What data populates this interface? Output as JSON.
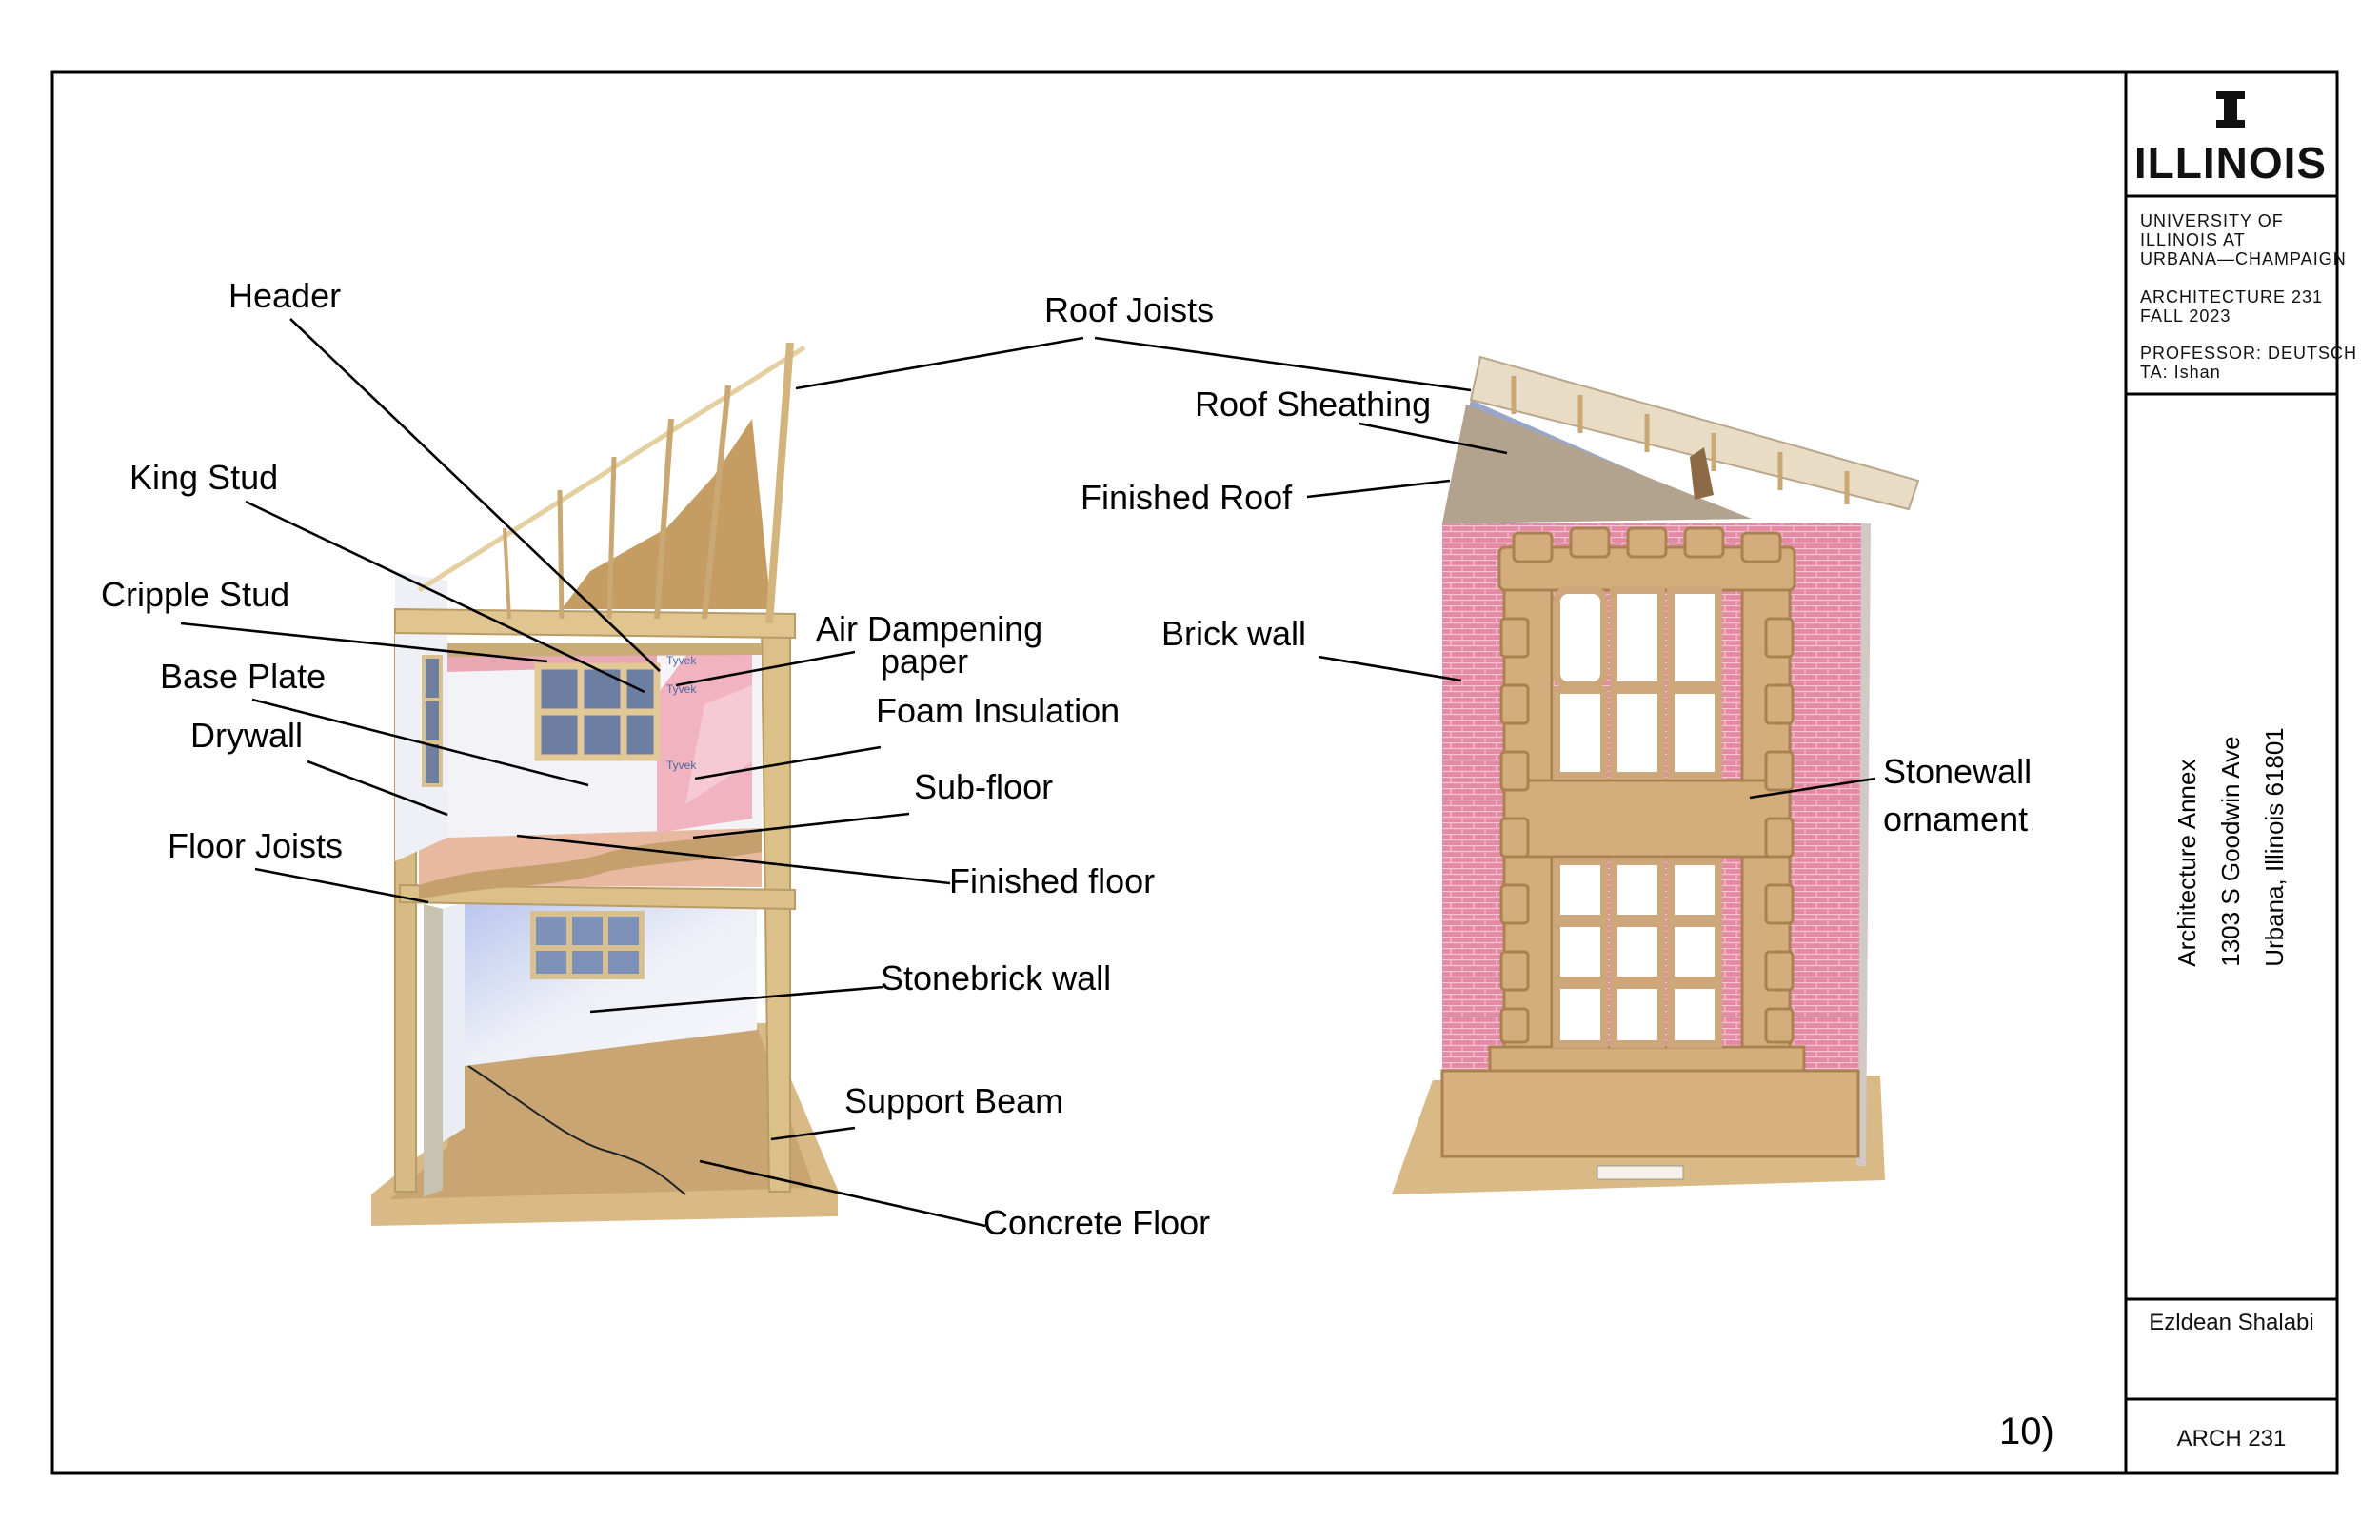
{
  "sheet": {
    "labels": {
      "header": "Header",
      "king_stud": "King Stud",
      "cripple_stud": "Cripple Stud",
      "base_plate": "Base Plate",
      "drywall": "Drywall",
      "floor_joists": "Floor Joists",
      "roof_joists": "Roof Joists",
      "air_dampening_1": "Air Dampening",
      "air_dampening_2": "paper",
      "foam_insulation": "Foam Insulation",
      "sub_floor": "Sub-floor",
      "finished_floor": "Finished floor",
      "stonebrick_wall": "Stonebrick wall",
      "support_beam": "Support Beam",
      "concrete_floor": "Concrete Floor",
      "roof_sheathing": "Roof Sheathing",
      "finished_roof": "Finished Roof",
      "brick_wall": "Brick wall",
      "stonewall_1": "Stonewall",
      "stonewall_2": "ornament"
    },
    "model_tag": "Tyvek",
    "page_number": "10)"
  },
  "title_block": {
    "logo_word": "ILLINOIS",
    "university": [
      "UNIVERSITY OF",
      "ILLINOIS AT",
      "URBANA—CHAMPAIGN"
    ],
    "course": [
      "ARCHITECTURE 231",
      "FALL 2023"
    ],
    "professor": "PROFESSOR: DEUTSCH",
    "ta": "TA:  Ishan",
    "project": [
      "Architecture Annex",
      "1303 S Goodwin Ave",
      "Urbana, Illinois 61801"
    ],
    "author": "Ezldean Shalabi",
    "course_code": "ARCH 231"
  },
  "colors": {
    "wood": "#dcc08a",
    "cardboard": "#c9a675",
    "brick": "#e58aa4",
    "stone": "#d3ae7c",
    "drywall": "#eef0f6",
    "insulation": "#f2b3c0"
  }
}
